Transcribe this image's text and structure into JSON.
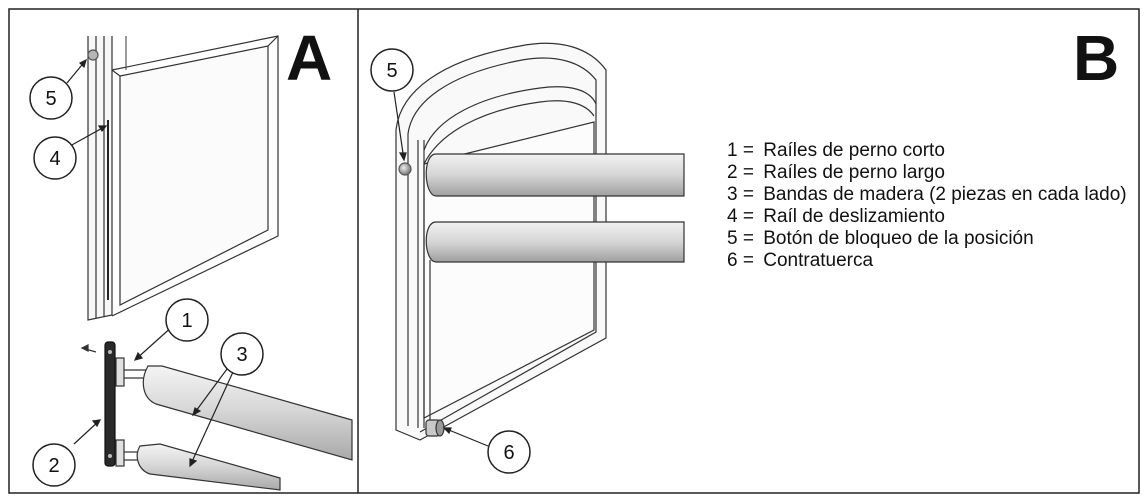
{
  "panels": {
    "a_label": "A",
    "b_label": "B"
  },
  "callouts": {
    "a": [
      "5",
      "4",
      "1",
      "3",
      "2"
    ],
    "b": [
      "5",
      "6"
    ]
  },
  "legend": [
    {
      "num": "1",
      "text": "Raíles de perno corto"
    },
    {
      "num": "2",
      "text": "Raíles de perno largo"
    },
    {
      "num": "3",
      "text": "Bandas de madera (2 piezas en cada lado)"
    },
    {
      "num": "4",
      "text": "Raíl de deslizamiento"
    },
    {
      "num": "5",
      "text": "Botón de bloqueo de la posición"
    },
    {
      "num": "6",
      "text": "Contratuerca"
    }
  ],
  "legend_separator": " = "
}
